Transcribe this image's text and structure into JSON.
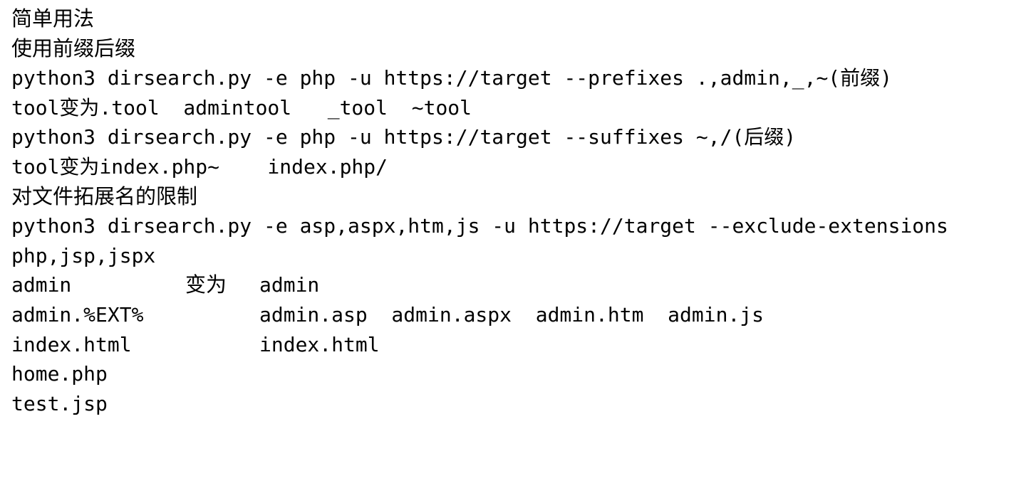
{
  "lines": [
    "简单用法",
    "使用前缀后缀",
    "python3 dirsearch.py -e php -u https://target --prefixes .,admin,_,~(前缀)",
    "tool变为.tool  admintool   _tool  ~tool",
    "python3 dirsearch.py -e php -u https://target --suffixes ~,/(后缀)",
    "tool变为index.php~    index.php/",
    "对文件拓展名的限制",
    "python3 dirsearch.py -e asp,aspx,htm,js -u https://target --exclude-extensions",
    "php,jsp,jspx"
  ],
  "table": {
    "rows": [
      {
        "left": "admin",
        "mid": "变为",
        "right": "admin"
      },
      {
        "left": "admin.%EXT%",
        "mid": "",
        "right": "admin.asp  admin.aspx  admin.htm  admin.js"
      },
      {
        "left": "index.html",
        "mid": "",
        "right": "index.html"
      },
      {
        "left": "home.php",
        "mid": "",
        "right": ""
      },
      {
        "left": "test.jsp",
        "mid": "",
        "right": ""
      }
    ]
  }
}
